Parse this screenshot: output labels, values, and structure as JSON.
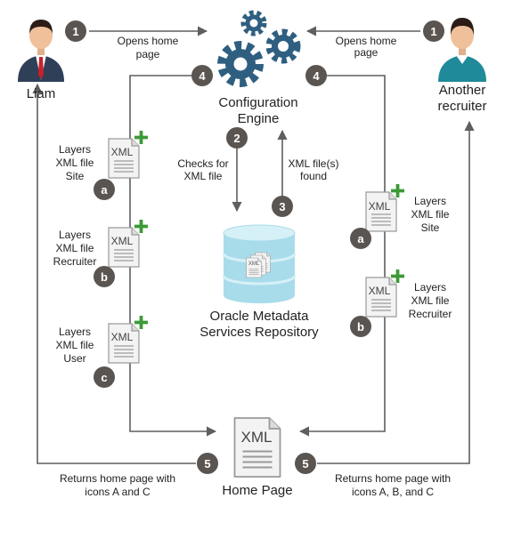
{
  "actors": {
    "left_name": "Liam",
    "right_name_line1": "Another",
    "right_name_line2": "recruiter"
  },
  "engine": {
    "line1": "Configuration",
    "line2": "Engine"
  },
  "repository": {
    "line1": "Oracle Metadata",
    "line2": "Services Repository"
  },
  "home_page": {
    "label": "Home Page"
  },
  "steps": {
    "s1": "1",
    "s2": "2",
    "s3": "3",
    "s4": "4",
    "s5": "5"
  },
  "labels": {
    "opens_home_line1": "Opens home",
    "opens_home_line2": "page",
    "checks_line1": "Checks for",
    "checks_line2": "XML file",
    "found_line1": "XML file(s)",
    "found_line2": "found",
    "returns_left_line1": "Returns home page with",
    "returns_left_line2": "icons A and C",
    "returns_right_line1": "Returns home page with",
    "returns_right_line2": "icons A, B, and C"
  },
  "file_icon_text": "XML",
  "left_files": [
    {
      "letter": "a",
      "line1": "Layers",
      "line2": "XML file",
      "line3": "Site"
    },
    {
      "letter": "b",
      "line1": "Layers",
      "line2": "XML file",
      "line3": "Recruiter"
    },
    {
      "letter": "c",
      "line1": "Layers",
      "line2": "XML file",
      "line3": "User"
    }
  ],
  "right_files": [
    {
      "letter": "a",
      "line1": "Layers",
      "line2": "XML file",
      "line3": "Site"
    },
    {
      "letter": "b",
      "line1": "Layers",
      "line2": "XML file",
      "line3": "Recruiter"
    }
  ],
  "colors": {
    "badge": "#5b5551",
    "line": "#5f5f5f",
    "gear": "#2f5f80",
    "plus": "#3c9a37",
    "db_top": "#d6f0f7",
    "db_body": "#a8dcea",
    "liam_suit": "#2f3f58",
    "liam_tie": "#c8202a",
    "recruiter_shirt": "#1f8a9a"
  }
}
